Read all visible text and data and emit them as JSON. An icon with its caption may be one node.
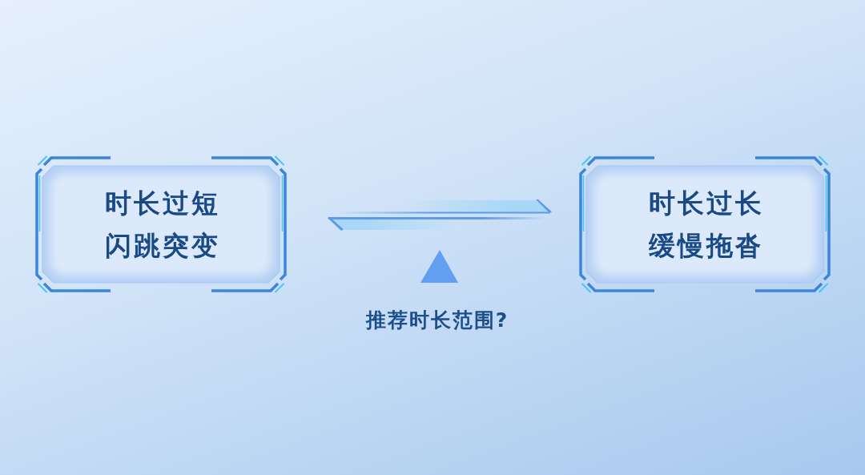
{
  "diagram": {
    "nodes": [
      {
        "text": [
          "时长过短",
          "闪跳突变"
        ]
      },
      {
        "text": [
          "时长过长",
          "缓慢拖沓"
        ]
      }
    ],
    "labels": [
      "推荐时长范围?"
    ]
  }
}
